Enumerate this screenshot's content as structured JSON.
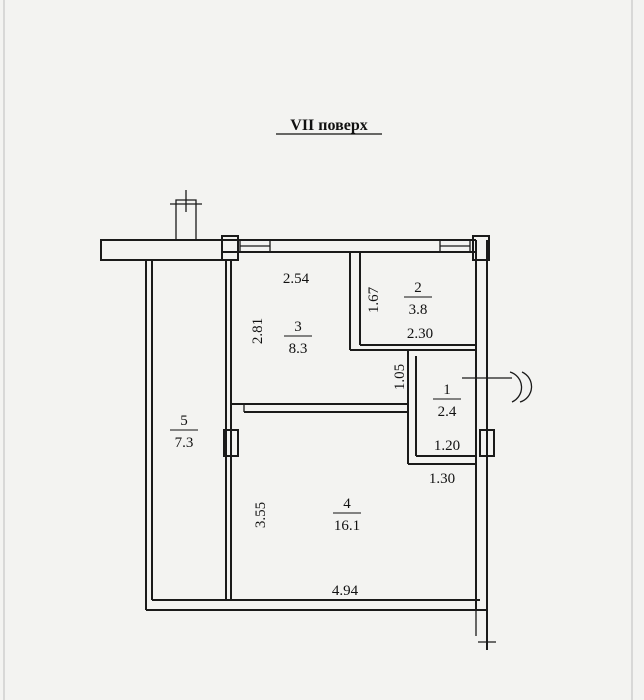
{
  "title": "VII поверх",
  "rooms": [
    {
      "id": "1",
      "number": "1",
      "area": "2.4"
    },
    {
      "id": "2",
      "number": "2",
      "area": "3.8"
    },
    {
      "id": "3",
      "number": "3",
      "area": "8.3"
    },
    {
      "id": "4",
      "number": "4",
      "area": "16.1"
    },
    {
      "id": "5",
      "number": "5",
      "area": "7.3"
    }
  ],
  "dimensions": {
    "d_2_54": "2.54",
    "d_1_67": "1.67",
    "d_2_81": "2.81",
    "d_2_30": "2.30",
    "d_1_05": "1.05",
    "d_1_20": "1.20",
    "d_1_30": "1.30",
    "d_3_55": "3.55",
    "d_4_94": "4.94"
  },
  "colors": {
    "line": "#1a1a1a",
    "paper": "#f3f3f1"
  }
}
